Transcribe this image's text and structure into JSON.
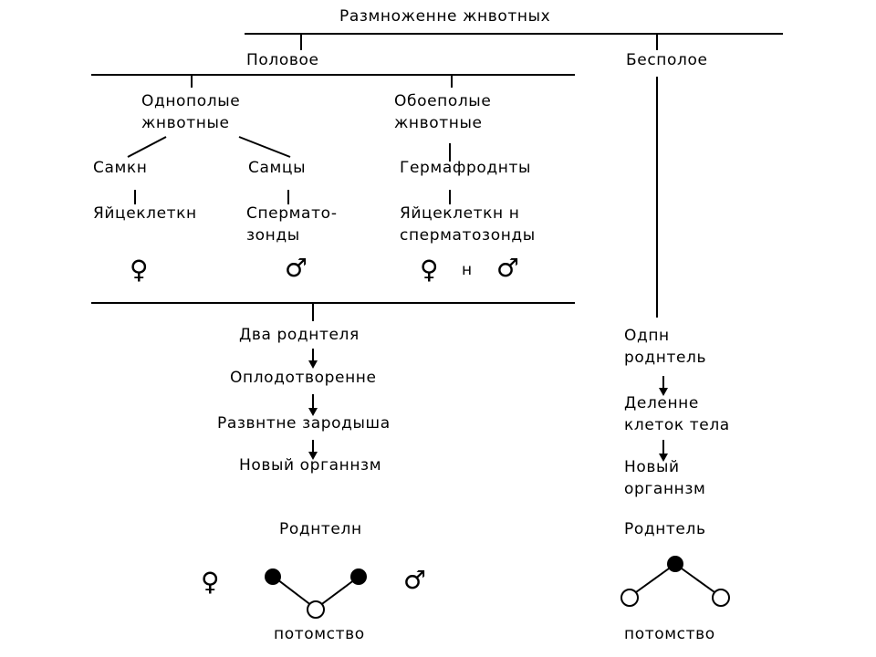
{
  "title": "Размноженне жнвотных",
  "sexual": {
    "label": "Половое",
    "unisexual": {
      "line1": "Однополые",
      "line2": "жнвотные"
    },
    "hermaphrodite_group": {
      "line1": "Обоеполые",
      "line2": "жнвотные"
    },
    "females": "Самкн",
    "males": "Самцы",
    "hermaphrodites": "Гермафроднты",
    "eggs": "Яйцеклеткн",
    "sperm": {
      "line1": "Сперматo-",
      "line2": "зонды"
    },
    "eggs_and_sperm": {
      "line1": "Яйцеклеткн н",
      "line2": "сперматозонды"
    },
    "and_word": "н",
    "steps": [
      "Два роднтеля",
      "Оплодотворенне",
      "Развнтне зароды­ша",
      "Новый органнзм"
    ],
    "parents_label": "Роднтелн",
    "offspring_label": "потомство"
  },
  "asexual": {
    "label": "Бесполое",
    "one_parent": {
      "line1": "Одпн",
      "line2": "роднтель"
    },
    "division": {
      "line1": "Деленне",
      "line2": "клеток тела"
    },
    "new_organism": {
      "line1": "Новый",
      "line2": "органнзм"
    },
    "parent_label": "Роднтель",
    "offspring_label": "потомство"
  },
  "symbols": {
    "female": "♀",
    "male": "♂"
  }
}
